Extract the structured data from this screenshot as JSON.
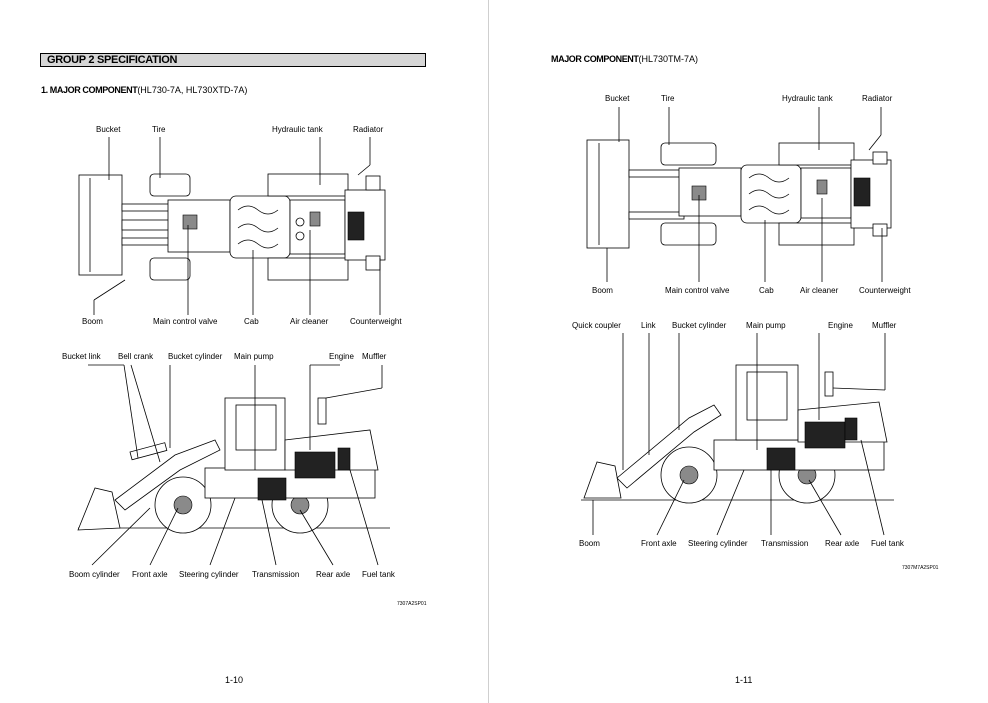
{
  "left_page": {
    "group_title": "GROUP 2  SPECIFICATION",
    "section_heading_bold": "1. MAJOR COMPONENT",
    "section_heading_models": "(HL730-7A, HL730XTD-7A)",
    "top_view_labels": {
      "bucket": "Bucket",
      "tire": "Tire",
      "hydraulic_tank": "Hydraulic tank",
      "radiator": "Radiator",
      "boom": "Boom",
      "main_control_valve": "Main control valve",
      "cab": "Cab",
      "air_cleaner": "Air cleaner",
      "counterweight": "Counterweight"
    },
    "side_view_labels": {
      "bucket_link": "Bucket link",
      "bell_crank": "Bell crank",
      "bucket_cylinder": "Bucket cylinder",
      "main_pump": "Main pump",
      "engine": "Engine",
      "muffler": "Muffler",
      "boom_cylinder": "Boom cylinder",
      "front_axle": "Front axle",
      "steering_cylinder": "Steering cylinder",
      "transmission": "Transmission",
      "rear_axle": "Rear axle",
      "fuel_tank": "Fuel tank"
    },
    "figure_code": "7307A2SP01",
    "page_number": "1-10"
  },
  "right_page": {
    "heading_bold": "MAJOR COMPONENT",
    "heading_model": "(HL730TM-7A)",
    "top_view_labels": {
      "bucket": "Bucket",
      "tire": "Tire",
      "hydraulic_tank": "Hydraulic tank",
      "radiator": "Radiator",
      "boom": "Boom",
      "main_control_valve": "Main control valve",
      "cab": "Cab",
      "air_cleaner": "Air cleaner",
      "counterweight": "Counterweight"
    },
    "side_view_labels": {
      "quick_coupler": "Quick coupler",
      "link": "Link",
      "bucket_cylinder": "Bucket cylinder",
      "main_pump": "Main pump",
      "engine": "Engine",
      "muffler": "Muffler",
      "boom": "Boom",
      "front_axle": "Front axle",
      "steering_cylinder": "Steering cylinder",
      "transmission": "Transmission",
      "rear_axle": "Rear axle",
      "fuel_tank": "Fuel tank"
    },
    "figure_code": "7307M7A2SP01",
    "page_number": "1-11"
  }
}
